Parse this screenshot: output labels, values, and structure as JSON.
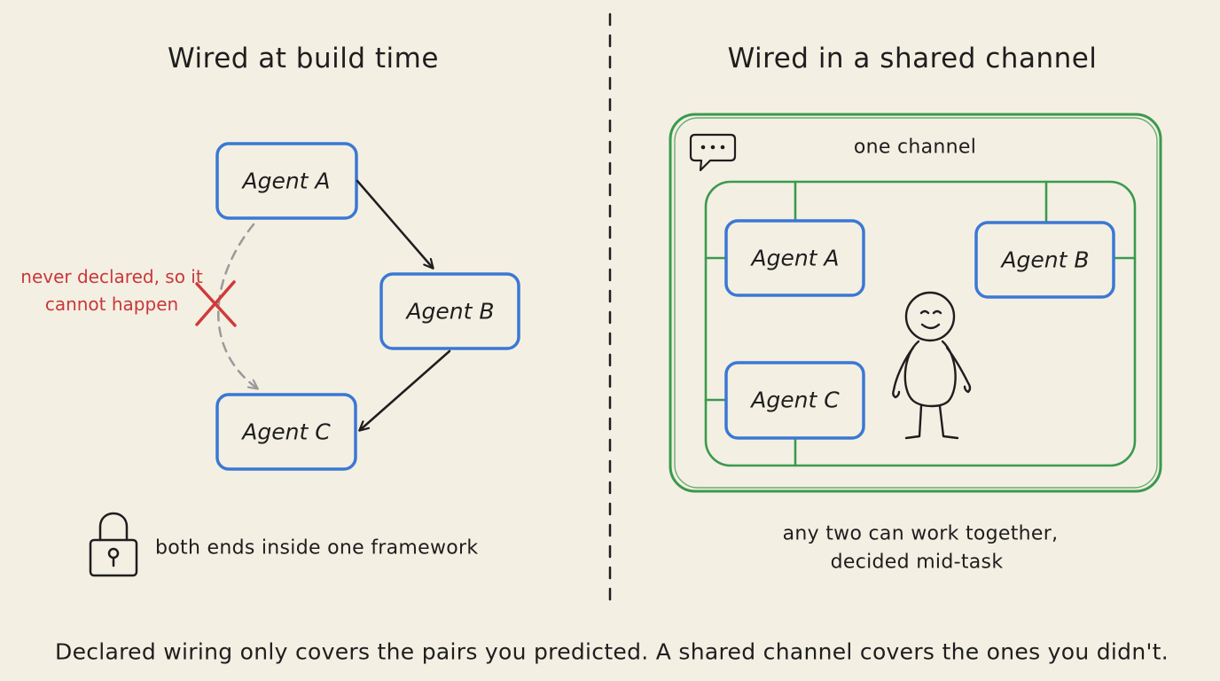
{
  "left_panel": {
    "title": "Wired at build time",
    "agents": [
      {
        "id": "a",
        "label": "Agent A"
      },
      {
        "id": "b",
        "label": "Agent B"
      },
      {
        "id": "c",
        "label": "Agent C"
      }
    ],
    "blocked_note": "never declared, so it cannot happen",
    "footer": "both ends inside one framework",
    "colors": {
      "agent_border": "#3a78d4",
      "blocked": "#d03a3a",
      "dashed": "#9a9a9a"
    }
  },
  "right_panel": {
    "title": "Wired in a shared channel",
    "channel_label": "one channel",
    "agents": [
      {
        "id": "a",
        "label": "Agent A"
      },
      {
        "id": "b",
        "label": "Agent B"
      },
      {
        "id": "c",
        "label": "Agent C"
      }
    ],
    "caption_line1": "any two can work together,",
    "caption_line2": "decided mid-task",
    "colors": {
      "channel_border": "#3a9a4e"
    }
  },
  "takeaway": "Declared wiring only covers the pairs you predicted. A shared channel covers the ones you didn't."
}
